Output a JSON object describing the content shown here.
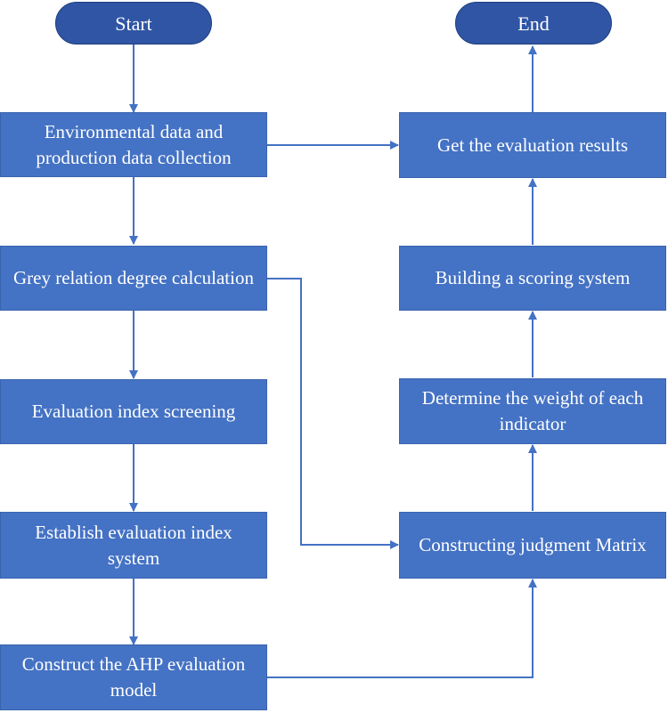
{
  "diagram": {
    "start_label": "Start",
    "end_label": "End",
    "left_column": [
      "Environmental data and production data collection",
      "Grey relation degree calculation",
      "Evaluation index screening",
      "Establish evaluation index system",
      "Construct the AHP evaluation model"
    ],
    "right_column": [
      "Get the evaluation results",
      "Building a scoring system",
      "Determine the weight of each indicator",
      "Constructing judgment Matrix"
    ],
    "colors": {
      "box_fill": "#4472c4",
      "terminal_fill": "#2f55a4",
      "arrow": "#4472c4",
      "text": "#ffffff"
    }
  }
}
